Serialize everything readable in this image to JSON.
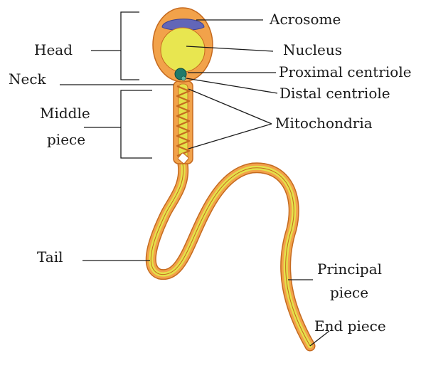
{
  "labels": {
    "acrosome": "Acrosome",
    "nucleus": "Nucleus",
    "proximal_centriole": "Proximal centriole",
    "distal_centriole": "Distal centriole",
    "mitochondria": "Mitochondria",
    "head": "Head",
    "neck": "Neck",
    "middle": "Middle",
    "piece": "piece",
    "tail": "Tail",
    "principal": "Principal",
    "principal_piece": "piece",
    "end_piece": "End piece"
  },
  "colors": {
    "outline": "#c56a1f",
    "orange": "#f2a24a",
    "yellow": "#e4e24a",
    "nucleus": "#e8e650",
    "acrosome": "#6266b8",
    "centriole": "#1f7a6a",
    "line": "#1a1a1a"
  }
}
